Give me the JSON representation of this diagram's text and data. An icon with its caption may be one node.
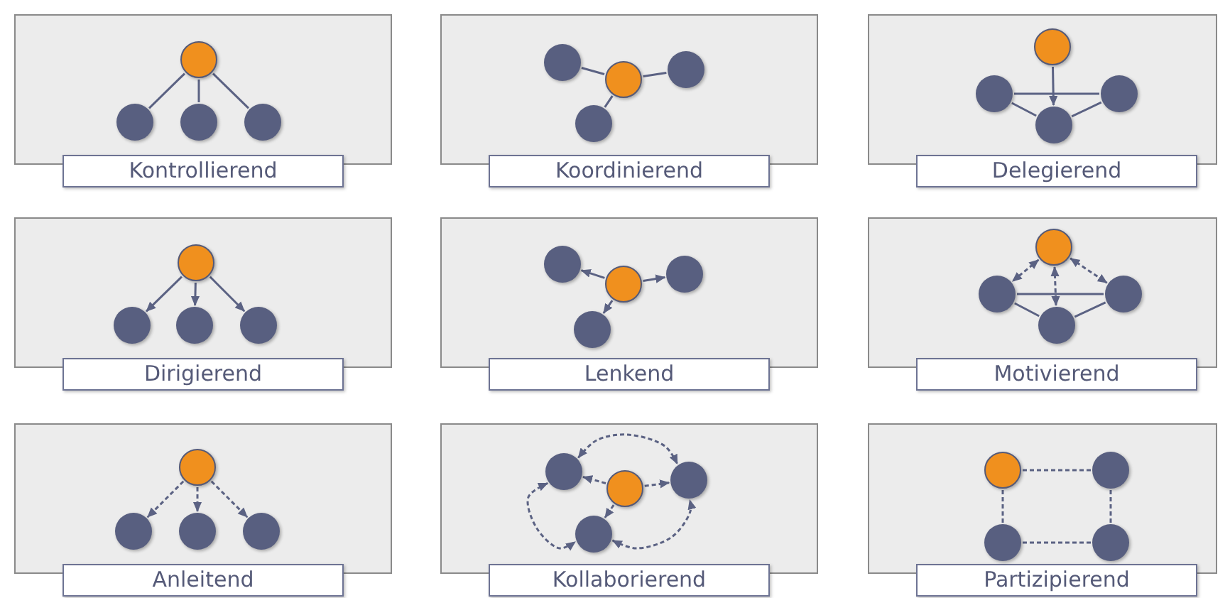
{
  "diagram": {
    "nodes": [
      {
        "text": [
          "Kontrollierend"
        ]
      },
      {
        "text": [],
        "shape": "circle",
        "in": 0
      },
      {
        "text": [],
        "shape": "circle",
        "in": 0
      },
      {
        "text": [],
        "shape": "circle",
        "in": 0
      },
      {
        "text": [],
        "shape": "circle",
        "in": 0
      },
      {
        "text": [
          "Koordinierend"
        ]
      },
      {
        "text": [],
        "shape": "circle",
        "in": 5
      },
      {
        "text": [],
        "shape": "circle",
        "in": 5
      },
      {
        "text": [],
        "shape": "circle",
        "in": 5
      },
      {
        "text": [],
        "shape": "circle",
        "in": 5
      },
      {
        "text": [
          "Delegierend"
        ]
      },
      {
        "text": [],
        "shape": "circle",
        "in": 10
      },
      {
        "text": [],
        "shape": "circle",
        "in": 10
      },
      {
        "text": [],
        "shape": "circle",
        "in": 10
      },
      {
        "text": [],
        "shape": "circle",
        "in": 10
      },
      {
        "text": [
          "Dirigierend"
        ]
      },
      {
        "text": [],
        "shape": "circle",
        "in": 15
      },
      {
        "text": [],
        "shape": "circle",
        "in": 15
      },
      {
        "text": [],
        "shape": "circle",
        "in": 15
      },
      {
        "text": [],
        "shape": "circle",
        "in": 15
      },
      {
        "text": [
          "Lenkend"
        ]
      },
      {
        "text": [],
        "shape": "circle",
        "in": 20
      },
      {
        "text": [],
        "shape": "circle",
        "in": 20
      },
      {
        "text": [],
        "shape": "circle",
        "in": 20
      },
      {
        "text": [],
        "shape": "circle",
        "in": 20
      },
      {
        "text": [
          "Motivierend"
        ]
      },
      {
        "text": [],
        "shape": "circle",
        "in": 25
      },
      {
        "text": [],
        "shape": "circle",
        "in": 25
      },
      {
        "text": [],
        "shape": "circle",
        "in": 25
      },
      {
        "text": [],
        "shape": "circle",
        "in": 25
      },
      {
        "text": [
          "Anleitend"
        ]
      },
      {
        "text": [],
        "shape": "circle",
        "in": 30
      },
      {
        "text": [],
        "shape": "circle",
        "in": 30
      },
      {
        "text": [],
        "shape": "circle",
        "in": 30
      },
      {
        "text": [],
        "shape": "circle",
        "in": 30
      },
      {
        "text": [
          "Kollaborierend"
        ]
      },
      {
        "text": [],
        "shape": "circle",
        "in": 35
      },
      {
        "text": [],
        "shape": "circle",
        "in": 35
      },
      {
        "text": [],
        "shape": "circle",
        "in": 35
      },
      {
        "text": [],
        "shape": "circle",
        "in": 35
      },
      {
        "text": [
          "Partizipierend"
        ]
      },
      {
        "text": [],
        "shape": "circle",
        "in": 40
      },
      {
        "text": [],
        "shape": "circle",
        "in": 40
      },
      {
        "text": [],
        "shape": "circle",
        "in": 40
      },
      {
        "text": [],
        "shape": "circle",
        "in": 40
      }
    ],
    "edges": [
      {
        "from": 1,
        "to": 2,
        "arrow": "none"
      },
      {
        "from": 1,
        "to": 3,
        "arrow": "none"
      },
      {
        "from": 1,
        "to": 4,
        "arrow": "none"
      },
      {
        "from": 8,
        "to": 6,
        "arrow": "none"
      },
      {
        "from": 8,
        "to": 7,
        "arrow": "none"
      },
      {
        "from": 8,
        "to": 9,
        "arrow": "none"
      },
      {
        "from": 11,
        "to": 14,
        "arrow": "to"
      },
      {
        "from": 12,
        "to": 13,
        "arrow": "none"
      },
      {
        "from": 12,
        "to": 14,
        "arrow": "none"
      },
      {
        "from": 13,
        "to": 14,
        "arrow": "none"
      },
      {
        "from": 16,
        "to": 17,
        "arrow": "to"
      },
      {
        "from": 16,
        "to": 18,
        "arrow": "to"
      },
      {
        "from": 16,
        "to": 19,
        "arrow": "to"
      },
      {
        "from": 23,
        "to": 21,
        "arrow": "to"
      },
      {
        "from": 23,
        "to": 22,
        "arrow": "to"
      },
      {
        "from": 23,
        "to": 24,
        "arrow": "to"
      },
      {
        "from": 26,
        "to": 27,
        "arrow": "both",
        "style": "dashed"
      },
      {
        "from": 26,
        "to": 28,
        "arrow": "both",
        "style": "dashed"
      },
      {
        "from": 26,
        "to": 29,
        "arrow": "both",
        "style": "dashed"
      },
      {
        "from": 27,
        "to": 28,
        "arrow": "none"
      },
      {
        "from": 27,
        "to": 29,
        "arrow": "none"
      },
      {
        "from": 28,
        "to": 29,
        "arrow": "none"
      },
      {
        "from": 31,
        "to": 32,
        "arrow": "to",
        "style": "dashed"
      },
      {
        "from": 31,
        "to": 33,
        "arrow": "to",
        "style": "dashed"
      },
      {
        "from": 31,
        "to": 34,
        "arrow": "to",
        "style": "dashed"
      },
      {
        "from": 38,
        "to": 36,
        "arrow": "to",
        "style": "dashed"
      },
      {
        "from": 38,
        "to": 37,
        "arrow": "to",
        "style": "dashed"
      },
      {
        "from": 38,
        "to": 39,
        "arrow": "to",
        "style": "dashed"
      },
      {
        "from": 36,
        "to": 37,
        "arrow": "both",
        "style": "dashed"
      },
      {
        "from": 36,
        "to": 39,
        "arrow": "both",
        "style": "dashed"
      },
      {
        "from": 39,
        "to": 37,
        "arrow": "both",
        "style": "dashed"
      },
      {
        "from": 41,
        "to": 42,
        "arrow": "none",
        "style": "dashed"
      },
      {
        "from": 41,
        "to": 43,
        "arrow": "none",
        "style": "dashed"
      },
      {
        "from": 42,
        "to": 44,
        "arrow": "none",
        "style": "dashed"
      },
      {
        "from": 43,
        "to": 44,
        "arrow": "none",
        "style": "dashed"
      }
    ]
  }
}
